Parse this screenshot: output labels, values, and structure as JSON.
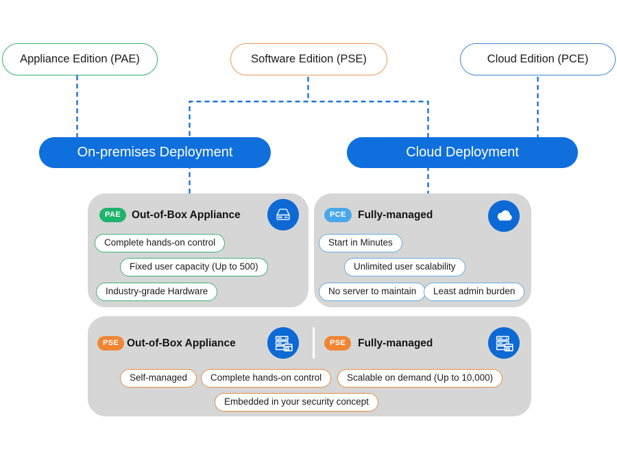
{
  "editions": [
    {
      "id": "PAE",
      "label": "Appliance Edition (PAE)",
      "border_color": "#2fb26d"
    },
    {
      "id": "PSE",
      "label": "Software Edition (PSE)",
      "border_color": "#e9995c"
    },
    {
      "id": "PCE",
      "label": "Cloud Edition (PCE)",
      "border_color": "#3a86d4"
    }
  ],
  "deployments": [
    {
      "label": "On-premises Deployment"
    },
    {
      "label": "Cloud Deployment"
    }
  ],
  "cards": {
    "pae": {
      "badge": "PAE",
      "title": "Out-of-Box Appliance",
      "icon": "appliance-icon",
      "features": [
        "Complete hands-on control",
        "Fixed user capacity (Up to 500)",
        "Industry-grade Hardware"
      ]
    },
    "pce": {
      "badge": "PCE",
      "title": "Fully-managed",
      "icon": "cloud-icon",
      "features": [
        "Start in Minutes",
        "Unlimited user scalability",
        "No server to maintain",
        "Least admin burden"
      ]
    },
    "pse": {
      "left": {
        "badge": "PSE",
        "title": "Out-of-Box Appliance",
        "icon": "server-stack-icon"
      },
      "right": {
        "badge": "PSE",
        "title": "Fully-managed",
        "icon": "server-stack-icon"
      },
      "features": [
        "Self-managed",
        "Complete hands-on control",
        "Scalable on demand (Up to 10,000)",
        "Embedded in your security concept"
      ]
    }
  },
  "colors": {
    "accent_blue": "#0f6fdd",
    "icon_circle_blue": "#0d69d4",
    "dash_blue": "#1673d9",
    "green": "#1eb36b",
    "sky_blue": "#4aa7ea",
    "orange": "#f08534",
    "card_gray": "#d6d6d6"
  }
}
